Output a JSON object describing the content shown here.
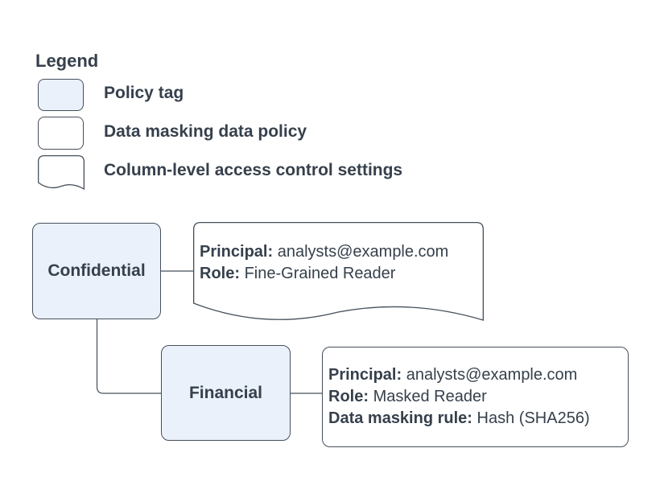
{
  "legend": {
    "title": "Legend",
    "items": [
      {
        "label": "Policy tag",
        "swatch": "policy-tag-swatch"
      },
      {
        "label": "Data masking data policy",
        "swatch": "data-masking-policy-swatch"
      },
      {
        "label": "Column-level access control settings",
        "swatch": "column-access-control-swatch"
      }
    ]
  },
  "nodes": {
    "confidential": {
      "label": "Confidential"
    },
    "financial": {
      "label": "Financial"
    },
    "access_control": {
      "line1_label": "Principal:",
      "line1_value": "analysts@example.com",
      "line2_label": "Role:",
      "line2_value": "Fine-Grained Reader"
    },
    "masking_policy": {
      "line1_label": "Principal:",
      "line1_value": "analysts@example.com",
      "line2_label": "Role:",
      "line2_value": "Masked Reader",
      "line3_label": "Data masking rule:",
      "line3_value": "Hash (SHA256)"
    }
  },
  "colors": {
    "policy_tag_fill": "#eaf1fb",
    "shape_fill": "#ffffff",
    "stroke": "#454f5b",
    "text": "#36404c",
    "background": "#ffffff"
  }
}
